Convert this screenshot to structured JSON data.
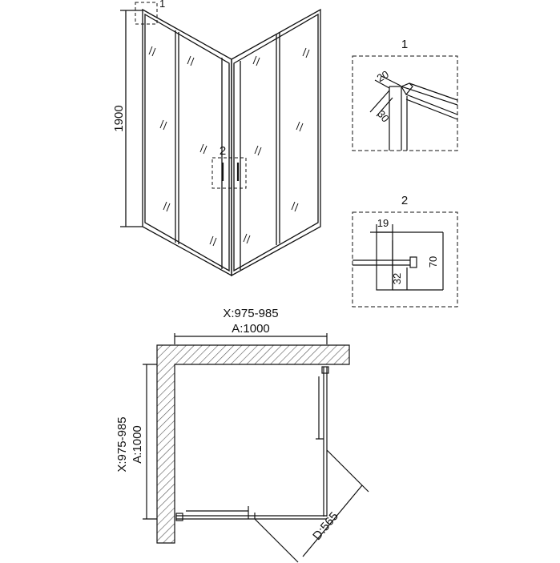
{
  "elevation": {
    "height_label": "1900",
    "callout_1_marker": "1",
    "callout_2_marker": "2"
  },
  "detail_1": {
    "title": "1",
    "dim_top": "20",
    "dim_side": "30"
  },
  "detail_2": {
    "title": "2",
    "dim_width": "19",
    "dim_height": "70",
    "dim_offset": "32"
  },
  "plan": {
    "top_x_label": "X:975-985",
    "top_a_label": "A:1000",
    "side_x_label": "X:975-985",
    "side_a_label": "A:1000",
    "diag_label": "D:565"
  },
  "colors": {
    "line": "#111111",
    "hatch": "#555555"
  }
}
